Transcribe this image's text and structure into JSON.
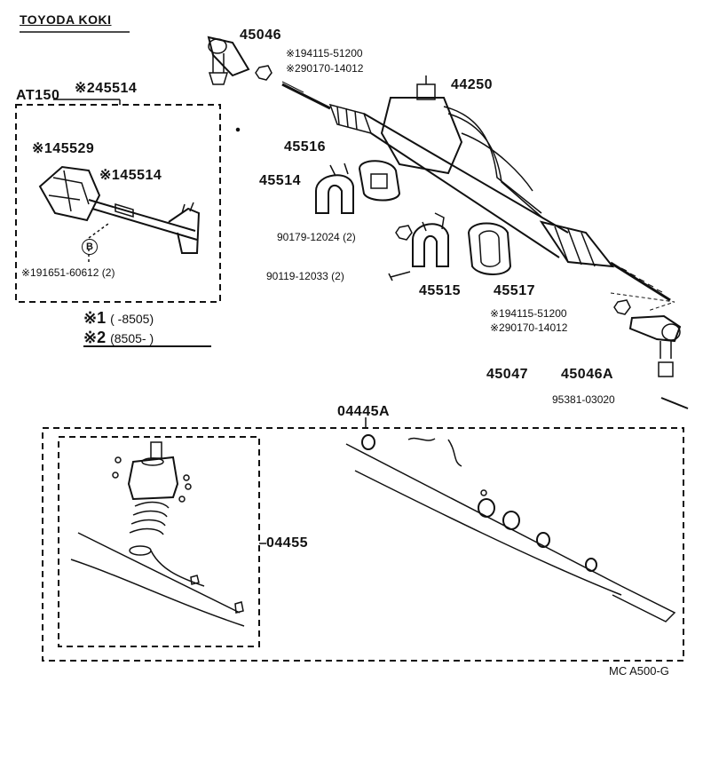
{
  "brand": "TOYODA KOKI",
  "group_at150": {
    "title": "AT150",
    "code": "※245514"
  },
  "parts": {
    "p45046_top": "45046",
    "p94115_a": "※194115-51200",
    "p90170_a": "※290170-14012",
    "p44250": "44250",
    "p45516": "45516",
    "p45514": "45514",
    "p90179": "90179-12024 (2)",
    "p90119": "90119-12033 (2)",
    "p45515": "45515",
    "p45517": "45517",
    "p94115_b": "※194115-51200",
    "p90170_b": "※290170-14012",
    "p45047": "45047",
    "p45046A": "45046A",
    "p95381": "95381-03020",
    "p04445A": "04445A",
    "p04455": "04455",
    "p145529": "※145529",
    "p145514": "※145514",
    "pB": "B",
    "p91651": "※191651-60612 (2)"
  },
  "legend": {
    "row1_mark": "※1",
    "row1_range": "(       -8505)",
    "row2_mark": "※2",
    "row2_range": "(8505-         )"
  },
  "footer_code": "MC A500-G"
}
